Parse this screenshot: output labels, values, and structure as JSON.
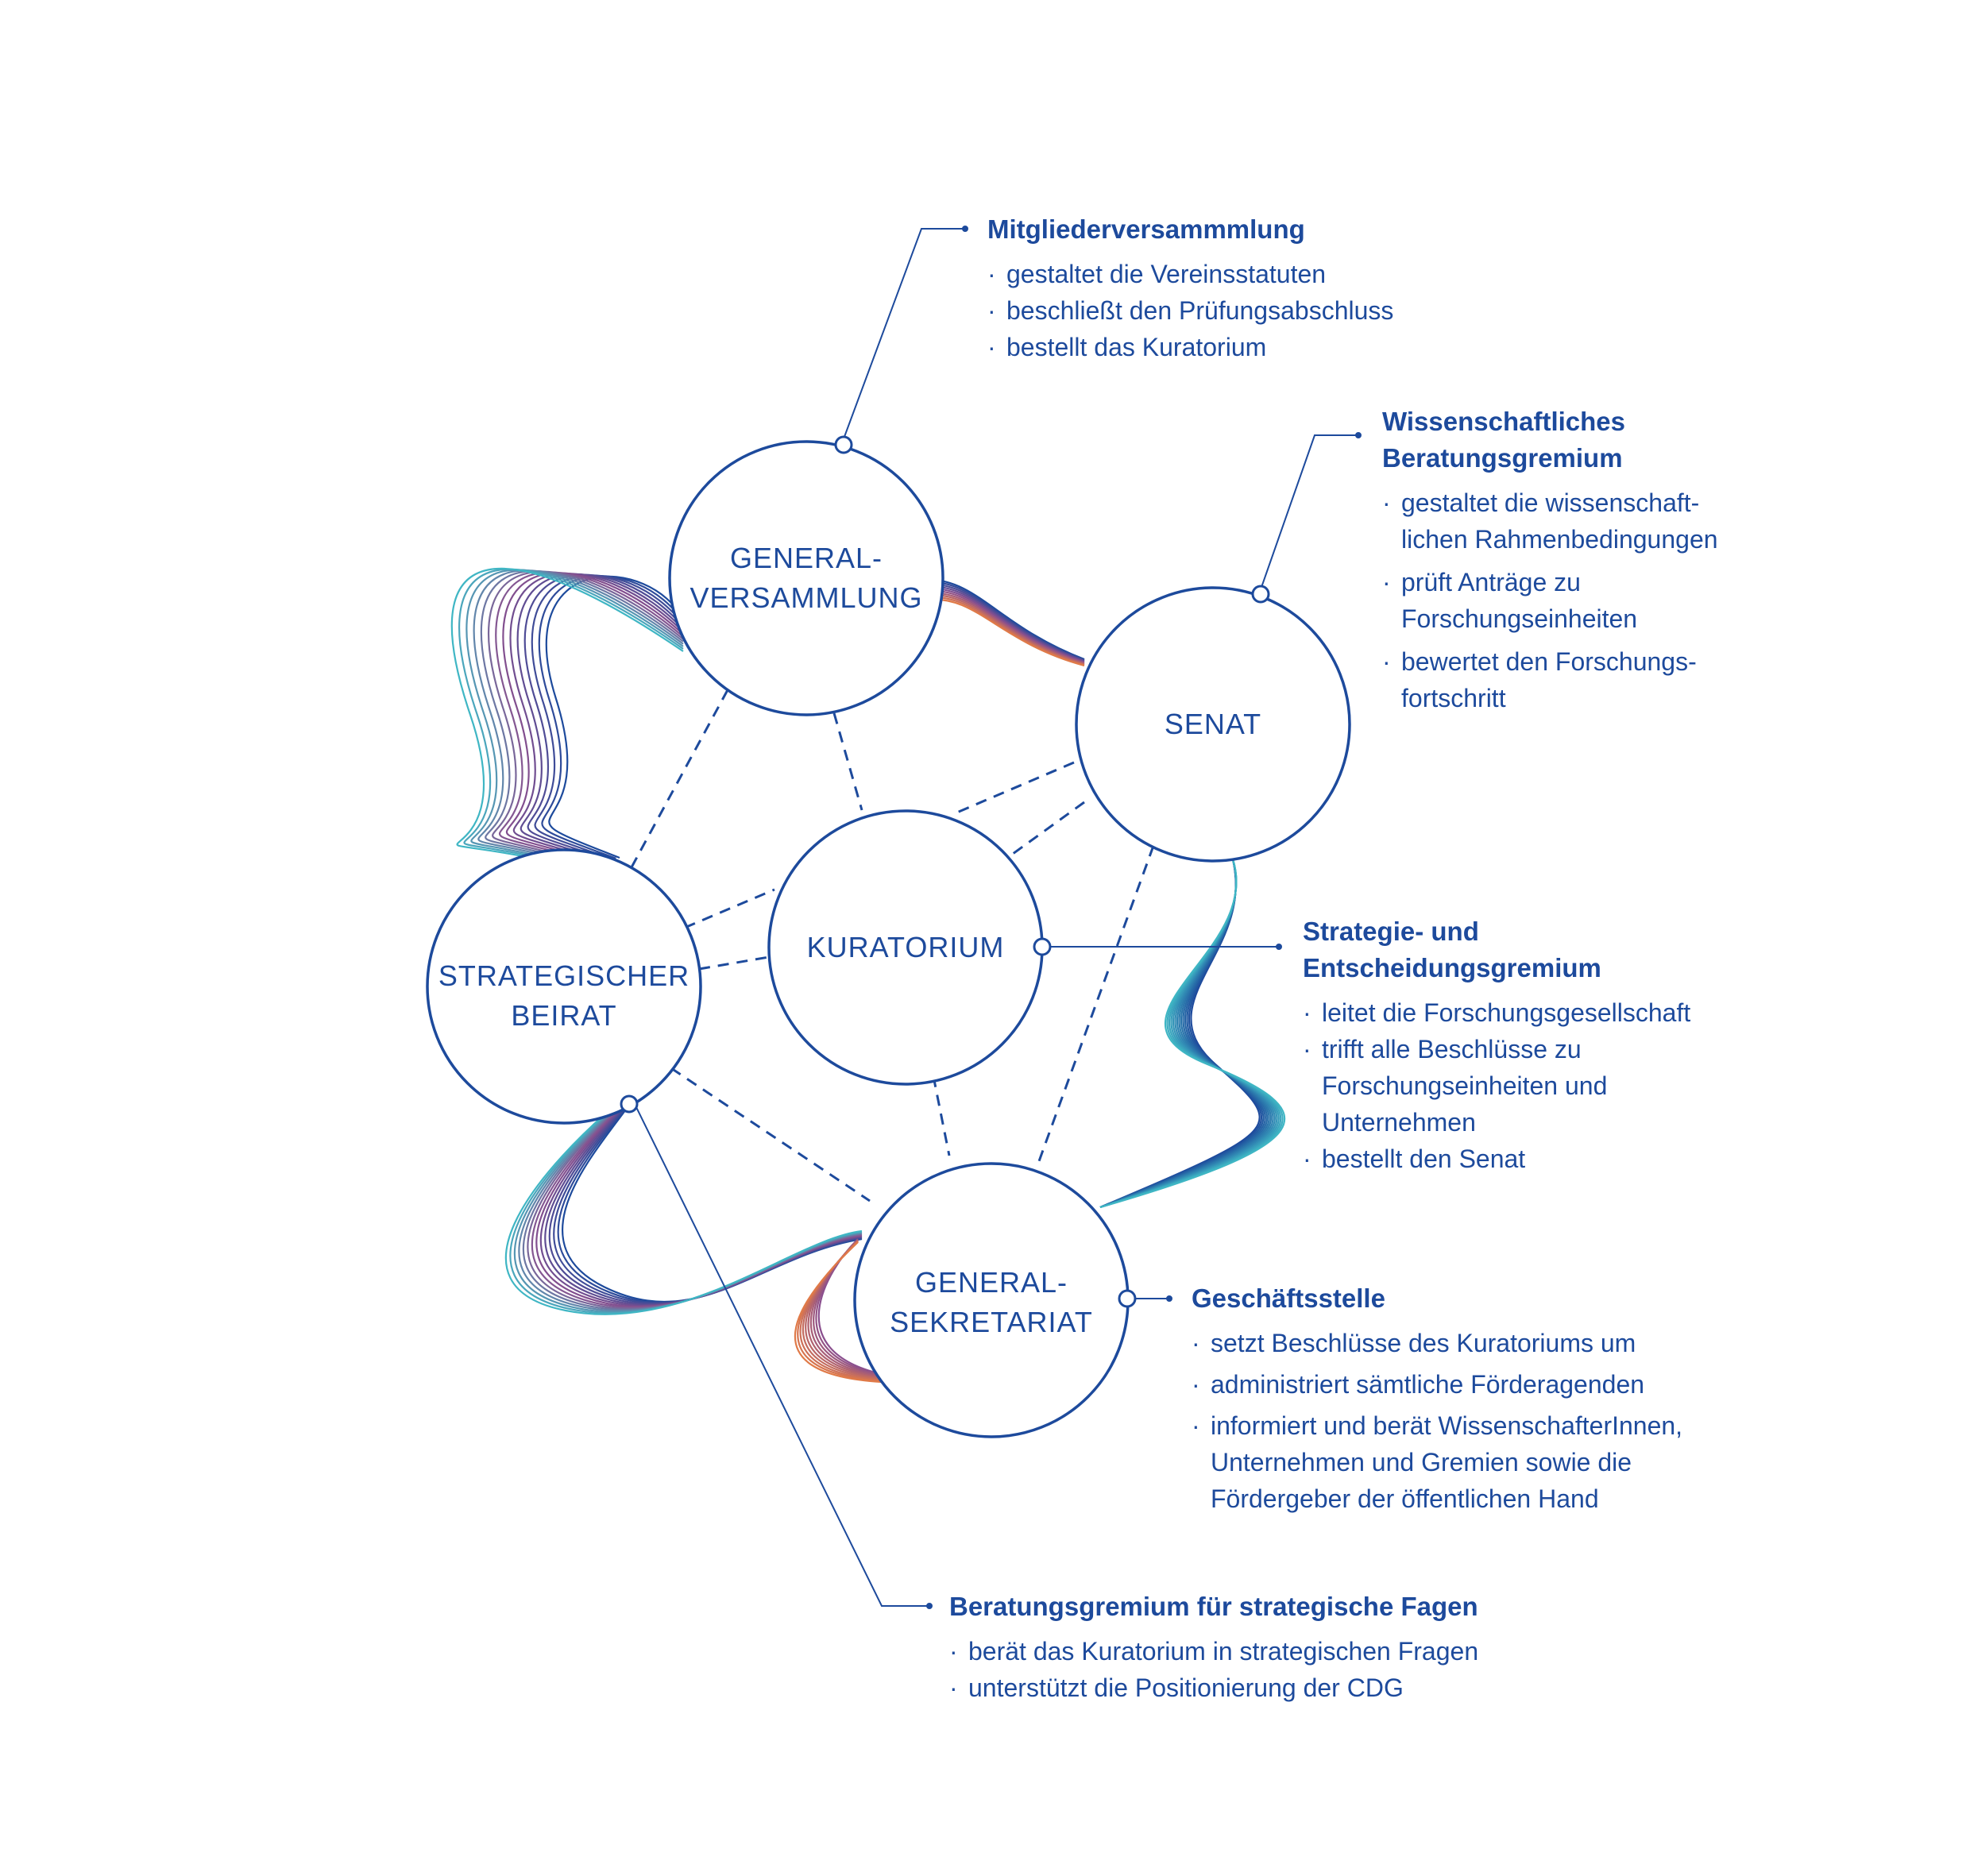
{
  "nodes": [
    {
      "id": "generalversammlung",
      "lines": [
        "GENERAL-",
        "VERSAMMLUNG"
      ]
    },
    {
      "id": "senat",
      "lines": [
        "SENAT"
      ]
    },
    {
      "id": "kuratorium",
      "lines": [
        "KURATORIUM"
      ]
    },
    {
      "id": "strategischer-beirat",
      "lines": [
        "STRATEGISCHER",
        "BEIRAT"
      ]
    },
    {
      "id": "generalsekretariat",
      "lines": [
        "GENERAL-",
        "SEKRETARIAT"
      ]
    }
  ],
  "info": {
    "mitglieder": {
      "title": "Mitgliederversammmlung",
      "items": [
        "gestaltet die Vereinsstatuten",
        "beschließt den Prüfungsabschluss",
        "bestellt das Kuratorium"
      ]
    },
    "wissenschaft": {
      "title_line1": "Wissenschaftliches",
      "title_line2": "Beratungsgremium",
      "items": [
        [
          "gestaltet die wissenschaft-",
          "lichen Rahmenbedingungen"
        ],
        [
          "prüft Anträge zu",
          "Forschungseinheiten"
        ],
        [
          "bewertet den Forschungs-",
          "fortschritt"
        ]
      ]
    },
    "strategie": {
      "title_line1": "Strategie- und",
      "title_line2": "Entscheidungsgremium",
      "items": [
        [
          "leitet die Forschungsgesellschaft"
        ],
        [
          "trifft alle Beschlüsse zu",
          "Forschungseinheiten und",
          "Unternehmen"
        ],
        [
          "bestellt den Senat"
        ]
      ]
    },
    "geschaeft": {
      "title": "Geschäftsstelle",
      "items": [
        [
          "setzt Beschlüsse des Kuratoriums um"
        ],
        [
          "administriert sämtliche Förderagenden"
        ],
        [
          "informiert und berät WissenschafterInnen,",
          "Unternehmen und Gremien sowie die",
          "Fördergeber der öffentlichen Hand"
        ]
      ]
    },
    "beratung": {
      "title": "Beratungsgremium für strategische Fagen",
      "items": [
        "berät das Kuratorium in strategischen Fragen",
        "unterstützt die Positionierung der CDG"
      ]
    }
  },
  "colors": {
    "primary": "#1d4a9c",
    "teal": "#3fb6c4",
    "purple": "#8a4f8e",
    "orange": "#e07a48"
  }
}
